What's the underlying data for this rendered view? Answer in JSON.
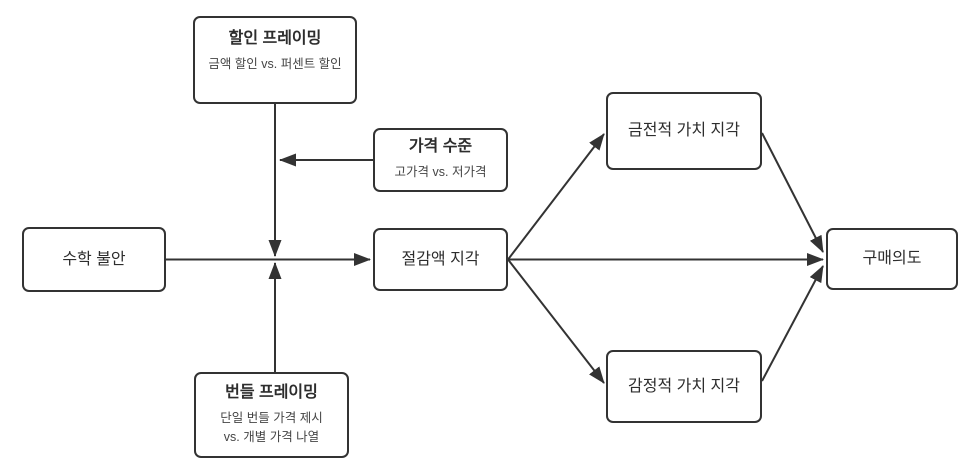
{
  "diagram": {
    "background_color": "#ffffff",
    "line_color": "#333333",
    "nodes": {
      "discount_framing": {
        "title": "할인 프레이밍",
        "subtitle": "금액 할인 vs. 퍼센트 할인"
      },
      "price_level": {
        "title": "가격 수준",
        "subtitle": "고가격 vs. 저가격"
      },
      "math_anxiety": {
        "title": "수학 불안"
      },
      "savings_perception": {
        "title": "절감액 지각"
      },
      "bundle_framing": {
        "title": "번들 프레이밍",
        "subtitle": "단일 번들 가격 제시\nvs. 개별 가격 나열"
      },
      "monetary_value": {
        "title": "금전적 가치 지각"
      },
      "emotional_value": {
        "title": "감정적 가치 지각"
      },
      "purchase_intention": {
        "title": "구매의도"
      }
    },
    "edges": [
      {
        "from": "discount_framing",
        "to": "math_anxiety_savings_path",
        "type": "moderation"
      },
      {
        "from": "bundle_framing",
        "to": "math_anxiety_savings_path",
        "type": "moderation"
      },
      {
        "from": "price_level",
        "to": "framing_moderation_line",
        "type": "moderation"
      },
      {
        "from": "math_anxiety",
        "to": "savings_perception",
        "type": "direct"
      },
      {
        "from": "savings_perception",
        "to": "monetary_value",
        "type": "direct"
      },
      {
        "from": "savings_perception",
        "to": "purchase_intention",
        "type": "direct"
      },
      {
        "from": "savings_perception",
        "to": "emotional_value",
        "type": "direct"
      },
      {
        "from": "monetary_value",
        "to": "purchase_intention",
        "type": "direct"
      },
      {
        "from": "emotional_value",
        "to": "purchase_intention",
        "type": "direct"
      }
    ]
  }
}
